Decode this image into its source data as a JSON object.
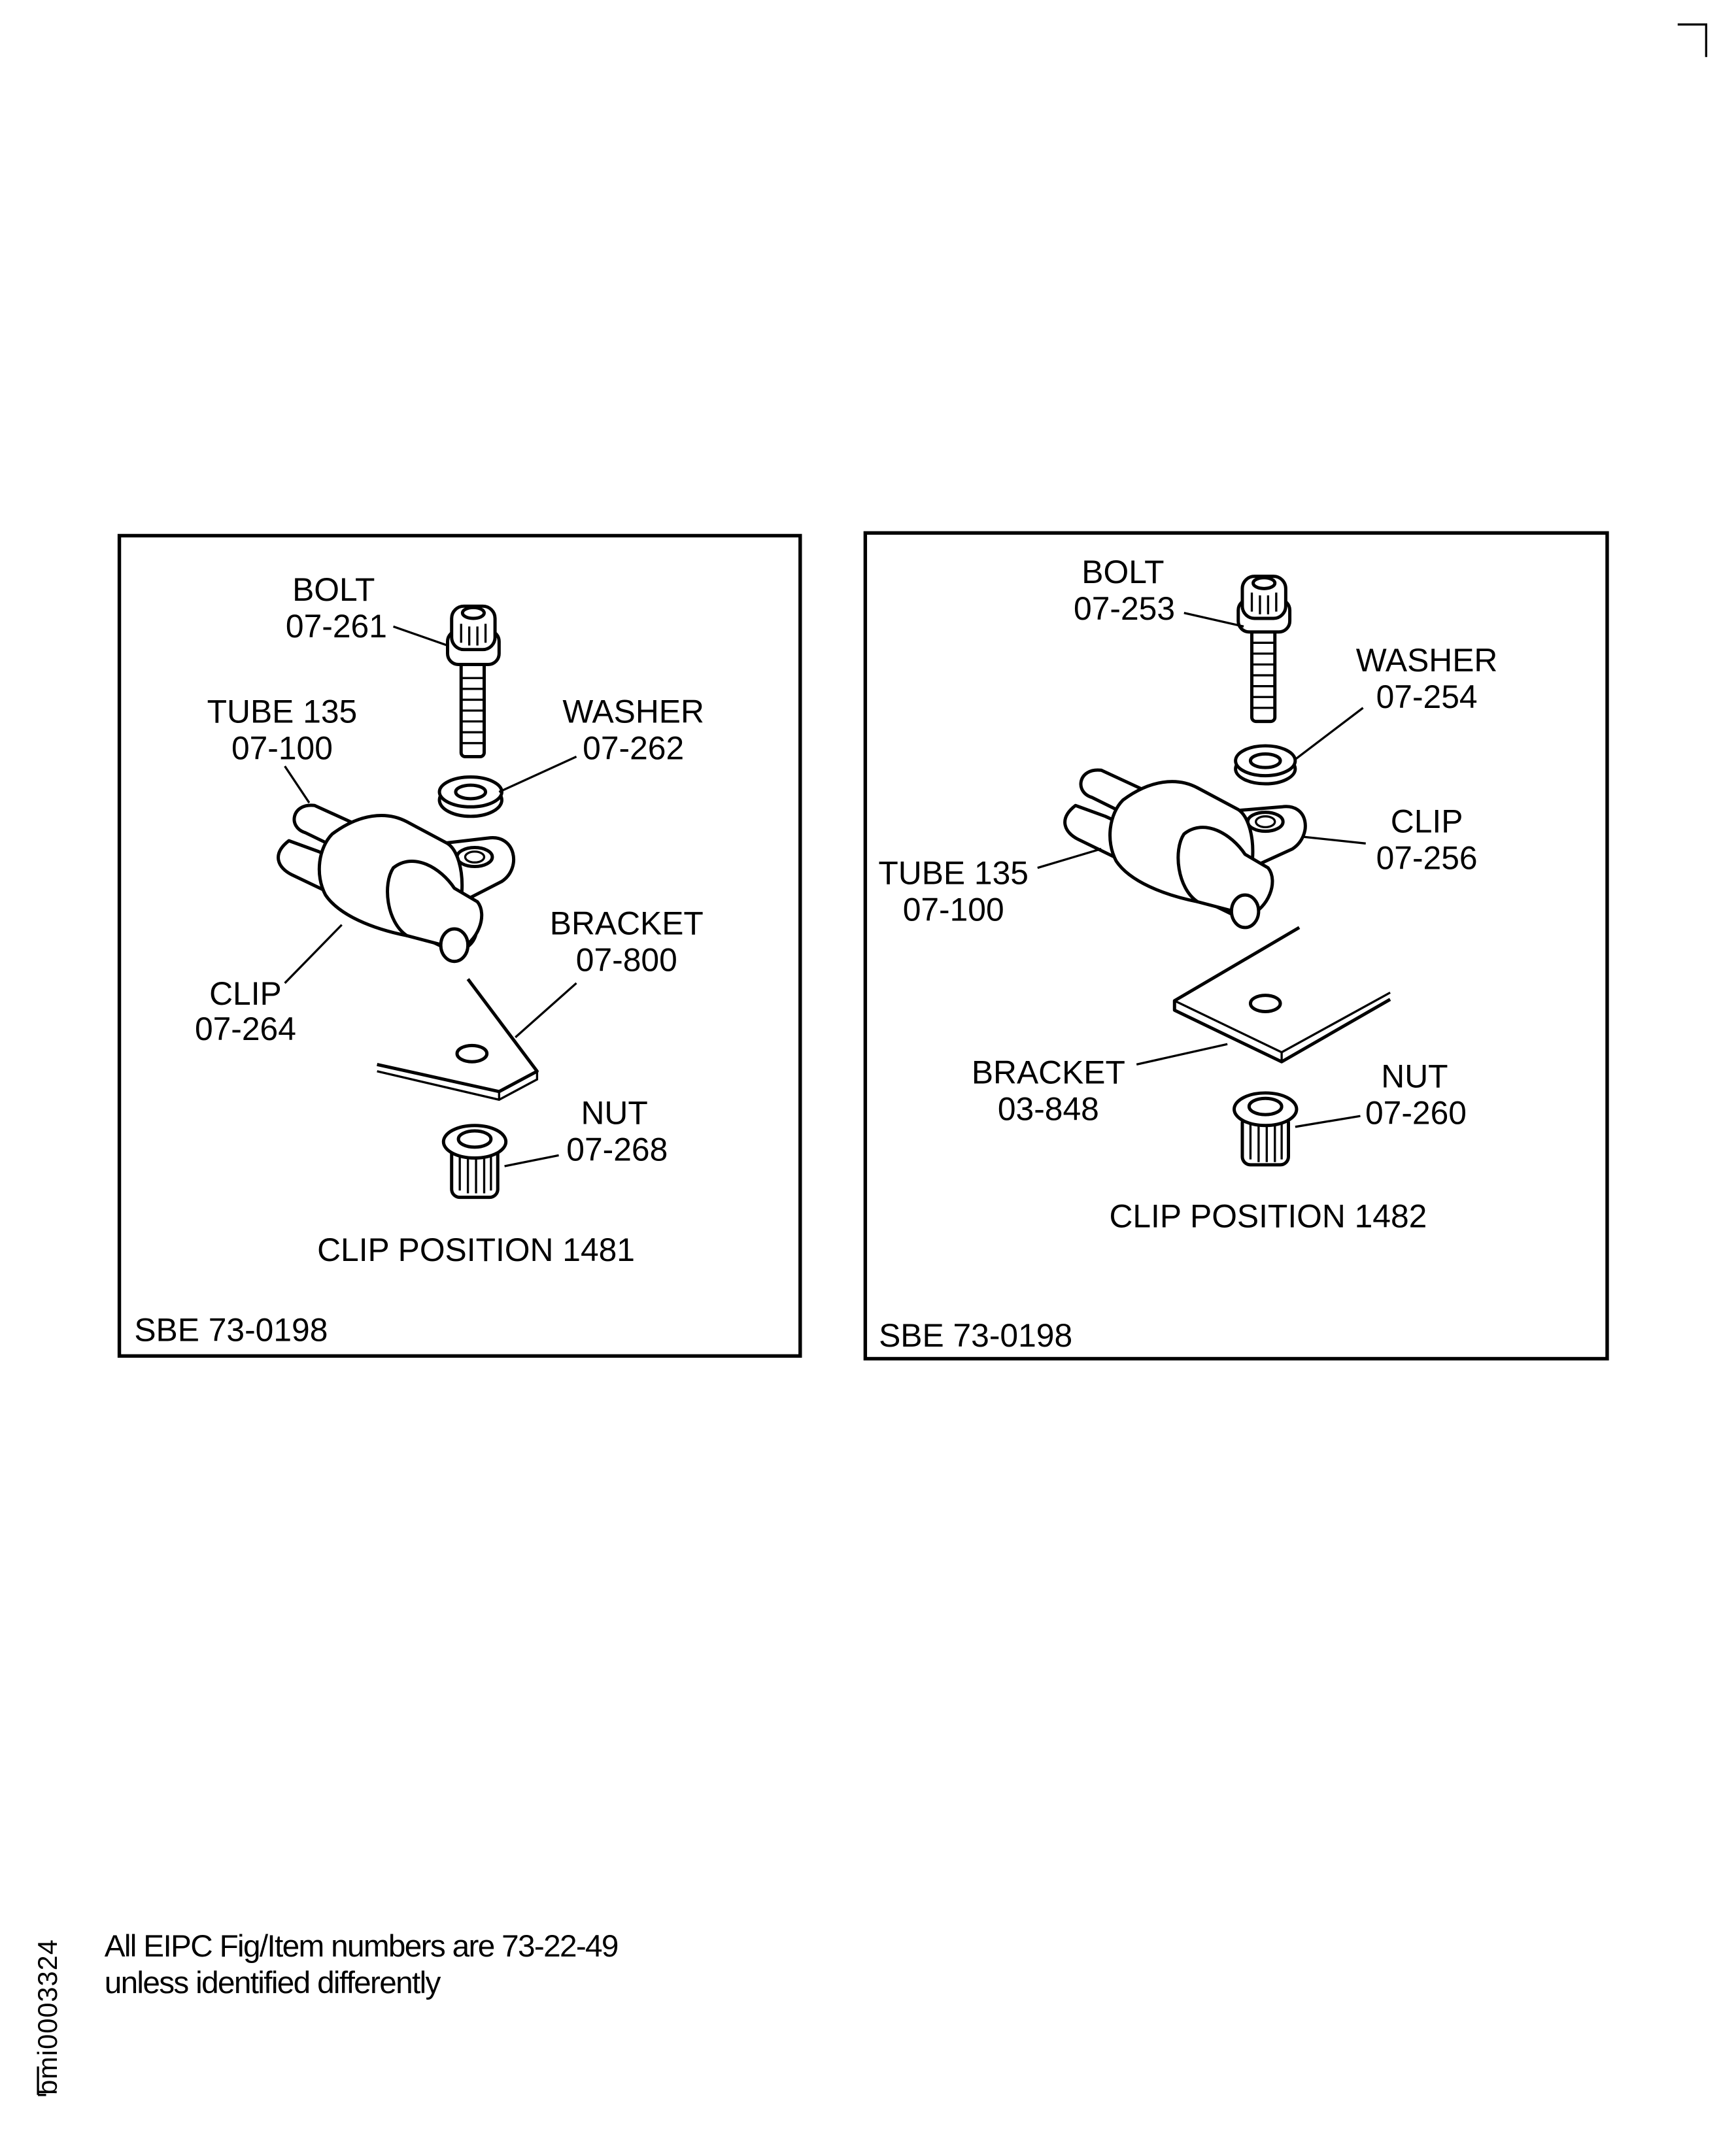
{
  "panels": [
    {
      "caption": "CLIP POSITION 1481",
      "reference": "SBE 73-0198",
      "callouts": {
        "bolt": {
          "name": "BOLT",
          "number": "07-261"
        },
        "tube": {
          "name": "TUBE 135",
          "number": "07-100"
        },
        "washer": {
          "name": "WASHER",
          "number": "07-262"
        },
        "bracket": {
          "name": "BRACKET",
          "number": "07-800"
        },
        "clip": {
          "name": "CLIP",
          "number": "07-264"
        },
        "nut": {
          "name": "NUT",
          "number": "07-268"
        }
      }
    },
    {
      "caption": "CLIP POSITION 1482",
      "reference": "SBE 73-0198",
      "callouts": {
        "bolt": {
          "name": "BOLT",
          "number": "07-253"
        },
        "washer": {
          "name": "WASHER",
          "number": "07-254"
        },
        "clip": {
          "name": "CLIP",
          "number": "07-256"
        },
        "tube": {
          "name": "TUBE 135",
          "number": "07-100"
        },
        "bracket": {
          "name": "BRACKET",
          "number": "03-848"
        },
        "nut": {
          "name": "NUT",
          "number": "07-260"
        }
      }
    }
  ],
  "footer": {
    "note_line1": "All EIPC Fig/Item numbers are 73-22-49",
    "note_line2": "unless identified differently",
    "image_id": "bmi0003324"
  }
}
